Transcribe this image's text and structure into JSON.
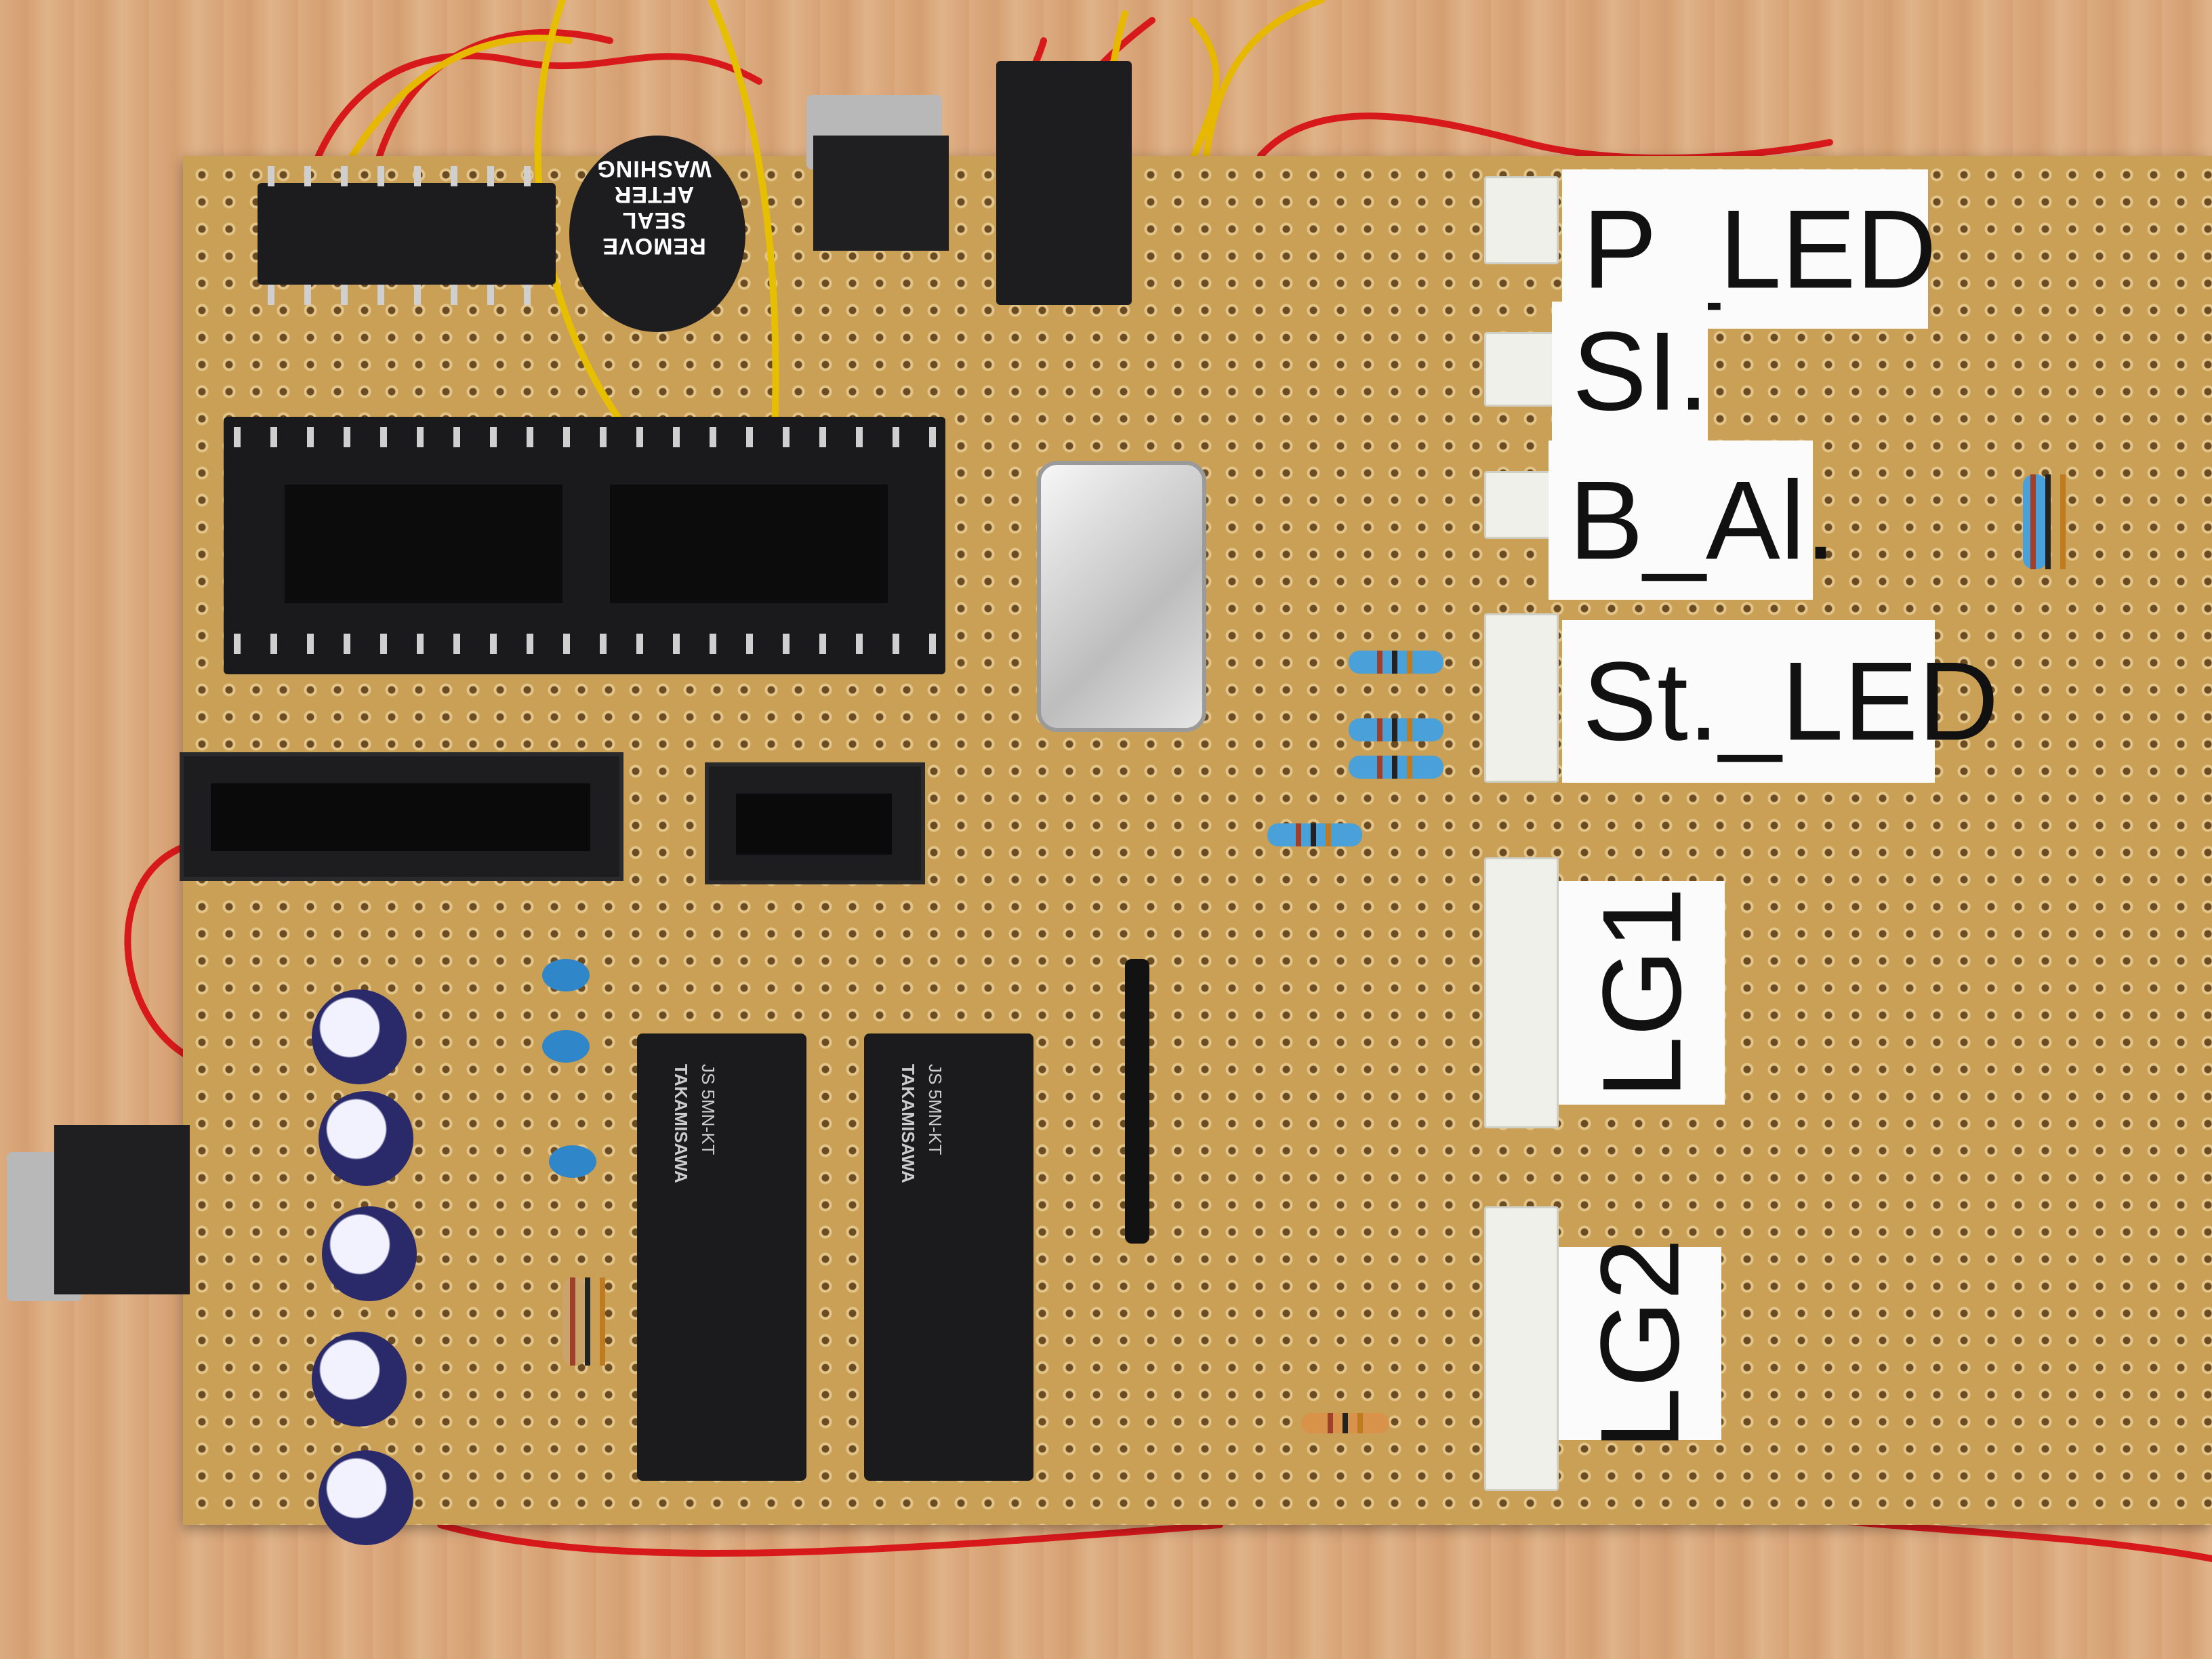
{
  "photo": {
    "subject": "hand-soldered perfboard circuit",
    "colors": {
      "board": "#c9a055",
      "wood": "#dcab80",
      "wire_red": "#d8191c",
      "wire_yellow": "#e6b800",
      "label_bg": "#fbfbfb"
    }
  },
  "labels": {
    "p_led": "P_LED",
    "si": "SI.",
    "b_al": "B_Al.",
    "st_led": "St._LED",
    "lg1": "LG1",
    "lg2": "LG2"
  },
  "buzzer": {
    "text": "REMOVE SEAL AFTER WASHING"
  },
  "relays": [
    {
      "brand": "TAKAMISAWA",
      "model": "JS 5MN-KT"
    },
    {
      "brand": "TAKAMISAWA",
      "model": "JS 5MN-KT"
    }
  ]
}
